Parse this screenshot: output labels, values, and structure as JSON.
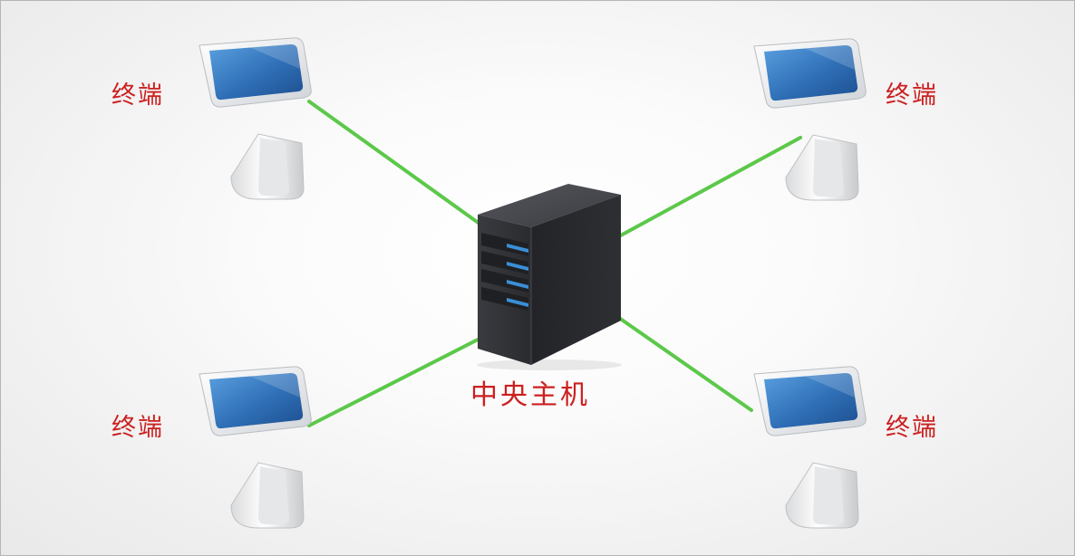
{
  "diagram": {
    "center": {
      "label": "中央主机",
      "icon": "server-icon"
    },
    "terminals": [
      {
        "id": "top-left",
        "label": "终端",
        "icon": "kiosk-terminal-icon"
      },
      {
        "id": "top-right",
        "label": "终端",
        "icon": "kiosk-terminal-icon"
      },
      {
        "id": "bottom-left",
        "label": "终端",
        "icon": "kiosk-terminal-icon"
      },
      {
        "id": "bottom-right",
        "label": "终端",
        "icon": "kiosk-terminal-icon"
      }
    ]
  },
  "colors": {
    "label_text": "#cc2020",
    "connection_line": "#5cc84a",
    "server_body": "#2b2c30",
    "server_led": "#3a8fd6",
    "screen_blue": "#2f6fb6",
    "kiosk_body": "#f4f4f4"
  }
}
